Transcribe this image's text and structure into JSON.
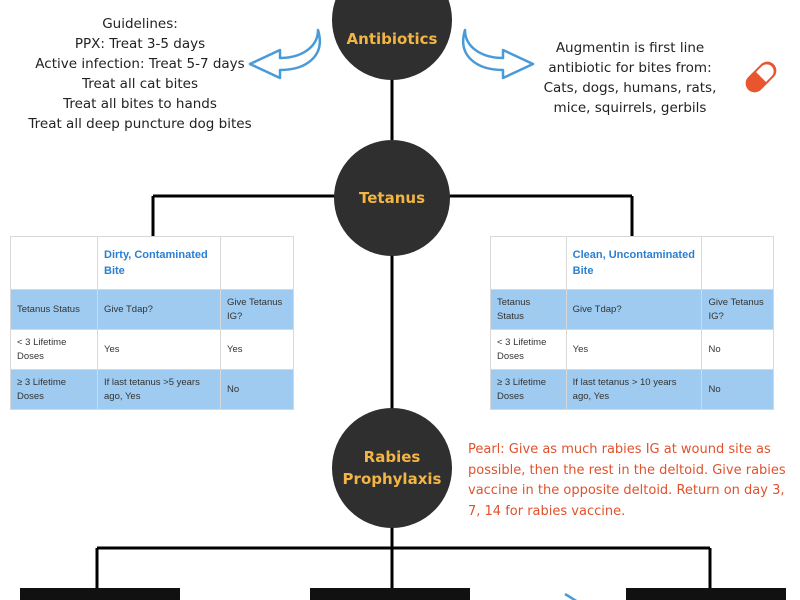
{
  "nodes": {
    "antibiotics": "Antibiotics",
    "tetanus": "Tetanus",
    "rabies_line1": "Rabies",
    "rabies_line2": "Prophylaxis"
  },
  "guidelines": {
    "lines": [
      "Guidelines:",
      "PPX: Treat 3-5 days",
      "Active infection: Treat 5-7 days",
      "Treat all cat bites",
      "Treat all bites to hands",
      "Treat all deep puncture dog bites"
    ]
  },
  "augmentin": {
    "lines": [
      "Augmentin is first line",
      "antibiotic for bites from:",
      "Cats, dogs, humans, rats,",
      "mice, squirrels, gerbils"
    ],
    "icon": "pill-icon"
  },
  "pearl": "Pearl: Give as much rabies IG at wound site as possible, then the rest in the deltoid. Give rabies vaccine in the opposite deltoid. Return on day 3, 7, 14 for rabies vaccine.",
  "dirty_table": {
    "heading": "Dirty, Contaminated Bite",
    "rows": [
      [
        "Tetanus Status",
        "Give Tdap?",
        "Give Tetanus IG?"
      ],
      [
        "< 3 Lifetime Doses",
        "Yes",
        "Yes"
      ],
      [
        "≥ 3 Lifetime Doses",
        "If last tetanus >5 years ago, Yes",
        "No"
      ]
    ]
  },
  "clean_table": {
    "heading": "Clean, Uncontaminated Bite",
    "rows": [
      [
        "Tetanus Status",
        "Give Tdap?",
        "Give Tetanus IG?"
      ],
      [
        "< 3 Lifetime Doses",
        "Yes",
        "No"
      ],
      [
        "≥ 3 Lifetime Doses",
        "If last tetanus > 10 years ago, Yes",
        "No"
      ]
    ]
  },
  "colors": {
    "node_fill": "#2f2f2f",
    "node_text": "#f2b544",
    "arrow": "#4a9ad8",
    "table_row_blue": "#9fcbf0",
    "table_heading": "#2c7fd0",
    "pearl": "#e0522c",
    "pill": "#e8552e"
  }
}
